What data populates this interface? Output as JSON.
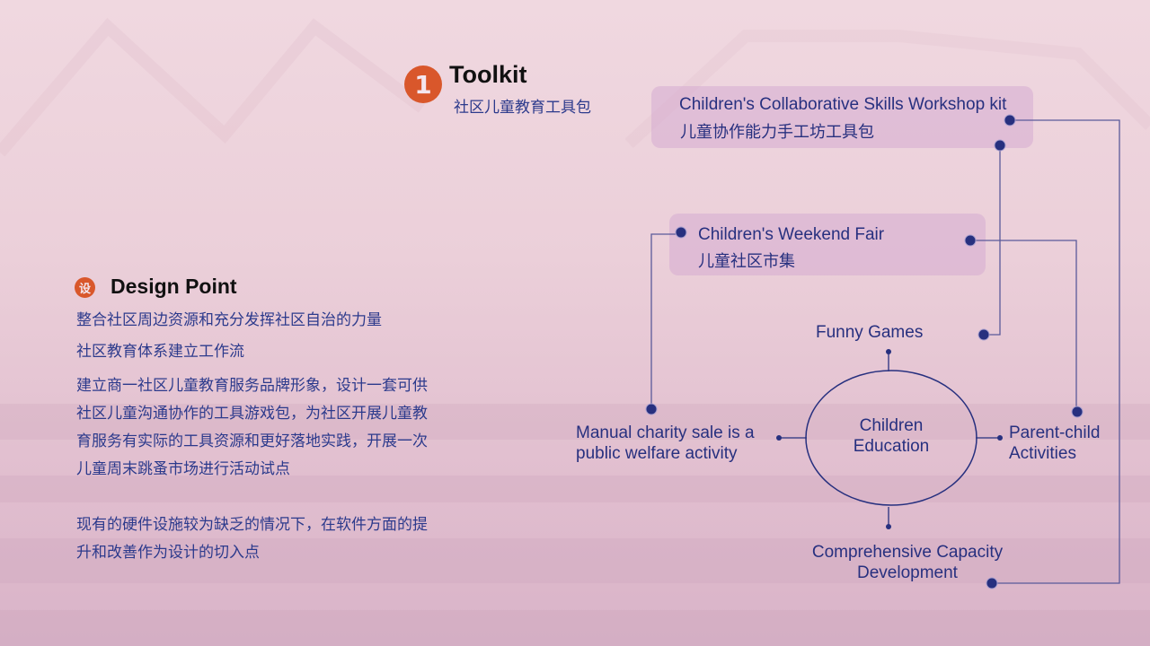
{
  "toolkit": {
    "badge": "1",
    "title": "Toolkit",
    "subtitle": "社区儿童教育工具包"
  },
  "design_point": {
    "badge": "设",
    "title": "Design Point",
    "lines": [
      "整合社区周边资源和充分发挥社区自治的力量",
      "社区教育体系建立工作流"
    ],
    "paragraph1": [
      "建立商一社区儿童教育服务品牌形象，设计一套可供",
      "社区儿童沟通协作的工具游戏包，为社区开展儿童教",
      "育服务有实际的工具资源和更好落地实践，开展一次",
      "儿童周末跳蚤市场进行活动试点"
    ],
    "paragraph2": [
      "现有的硬件设施较为缺乏的情况下，在软件方面的提",
      "升和改善作为设计的切入点"
    ]
  },
  "diagram": {
    "workshop_box": {
      "en": "Children's Collaborative Skills Workshop kit",
      "cn": "儿童协作能力手工坊工具包"
    },
    "fair_box": {
      "en": "Children's Weekend Fair",
      "cn": "儿童社区市集"
    },
    "center": {
      "line1": "Children",
      "line2": "Education"
    },
    "top": "Funny Games",
    "left": {
      "line1": "Manual charity sale is a",
      "line2": "public welfare activity"
    },
    "right": {
      "line1": "Parent-child",
      "line2": "Activities"
    },
    "bottom": {
      "line1": "Comprehensive Capacity",
      "line2": "Development"
    }
  },
  "colors": {
    "accent_orange": "#d9572b",
    "navy": "#27307f",
    "text_blue": "#2c3a8c",
    "box_fill": "#dcbad6"
  }
}
